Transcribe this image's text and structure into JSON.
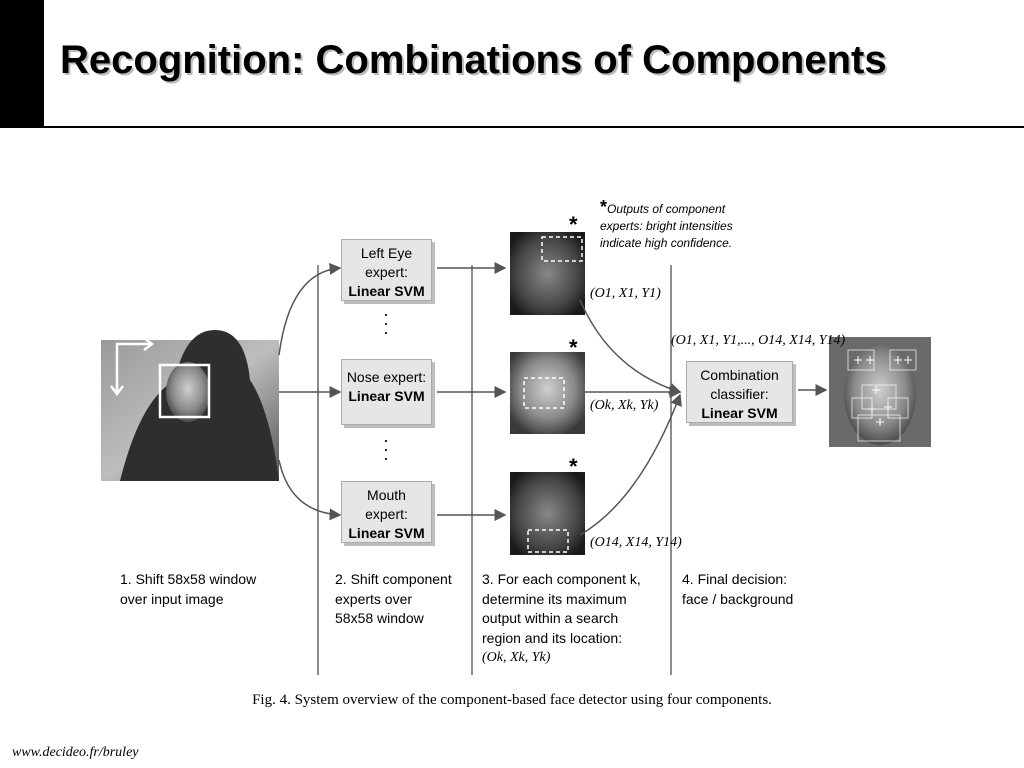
{
  "slide": {
    "title": "Recognition: Combinations of Components",
    "footer": "www.decideo.fr/bruley"
  },
  "figure": {
    "caption": "Fig. 4. System overview of the component-based face detector using four components.",
    "experts": [
      {
        "line1": "Left Eye",
        "line2": "expert:",
        "svm": "Linear SVM"
      },
      {
        "line1": "Nose expert:",
        "line2": "",
        "svm": "Linear SVM"
      },
      {
        "line1": "Mouth",
        "line2": "expert:",
        "svm": "Linear SVM"
      }
    ],
    "combination": {
      "line1": "Combination",
      "line2": "classifier:",
      "svm": "Linear SVM"
    },
    "outputs_note": {
      "star": "*",
      "line1": "Outputs of component",
      "line2": "experts: bright intensities",
      "line3": "indicate high confidence."
    },
    "outputs": [
      "(O1, X1, Y1)",
      "(Ok, Xk, Yk)",
      "(O14, X14, Y14)"
    ],
    "combined_vector": "(O1, X1, Y1,..., O14, X14, Y14)",
    "stars": [
      "*",
      "*",
      "*"
    ],
    "dots": [
      "·",
      "·",
      "·"
    ],
    "steps": [
      {
        "line1": "1. Shift 58x58 window",
        "line2": "over input image"
      },
      {
        "line1": "2. Shift component",
        "line2": "experts over",
        "line3": "58x58 window"
      },
      {
        "line1": "3. For each component k,",
        "line2": "determine its maximum",
        "line3": "output  within a search",
        "line4": "region and its location:",
        "math": "(Ok, Xk, Yk)"
      },
      {
        "line1": "4. Final decision:",
        "line2": "face / background"
      }
    ]
  }
}
